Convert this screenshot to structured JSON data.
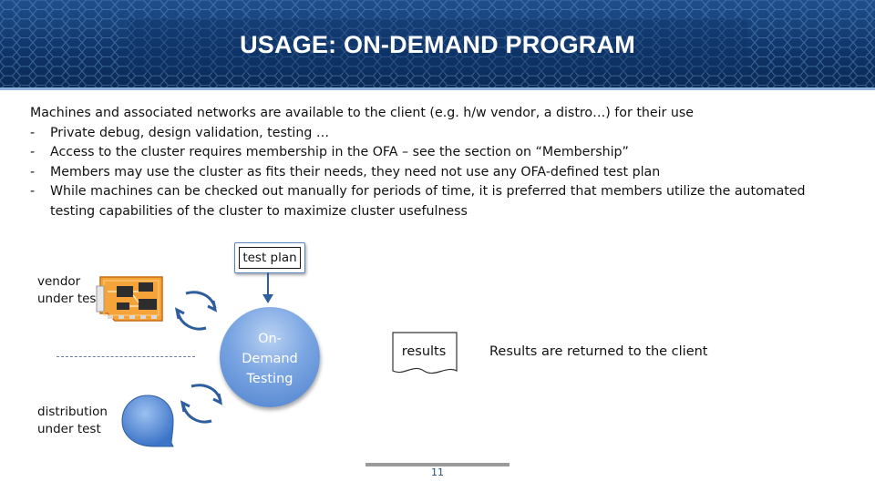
{
  "slide": {
    "title": "USAGE: ON-DEMAND PROGRAM",
    "intro": "Machines and associated networks are available to the client (e.g. h/w vendor, a distro…) for their use",
    "bullets": [
      "Private debug, design validation, testing …",
      "Access to the cluster requires membership in the OFA – see the section on “Membership”",
      "Members may use the cluster as fits their needs, they need not use any OFA-defined test plan",
      "While machines can be checked out manually for periods of time, it is preferred that members utilize the automated testing capabilities of the cluster to maximize cluster usefulness"
    ],
    "bullet_marker": "-",
    "page_number": "11"
  },
  "diagram": {
    "test_plan": "test plan",
    "vendor_label_1": "vendor",
    "vendor_label_2": "under test",
    "distribution_label_1": "distribution",
    "distribution_label_2": "under test",
    "center_label_1": "On-",
    "center_label_2": "Demand",
    "center_label_3": "Testing",
    "results": "results",
    "results_note": "Results are returned to the client",
    "icons": [
      "circuit-board-icon",
      "distribution-blob-icon",
      "cycle-arrows-icon",
      "down-arrow-icon"
    ]
  },
  "colors": {
    "header_bg": "#0f3467",
    "accent_blue": "#4d81cc",
    "board_orange": "#f29a2e"
  }
}
